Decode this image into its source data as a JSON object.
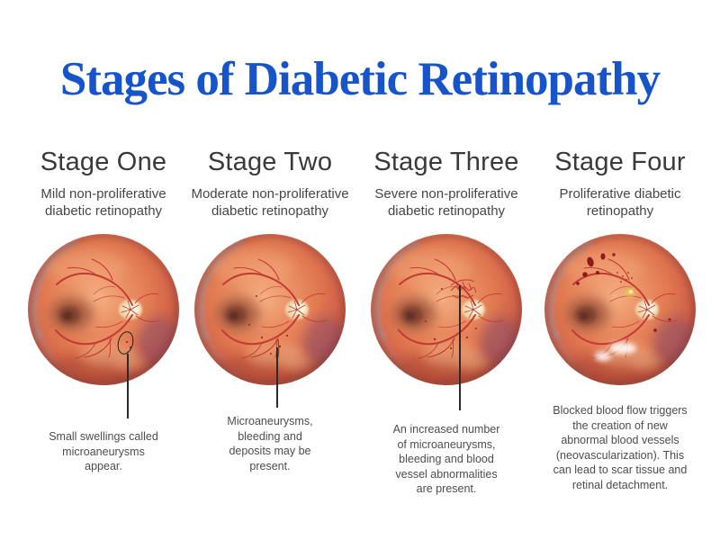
{
  "title": "Stages of Diabetic Retinopathy",
  "colors": {
    "title_blue": "#1754c9",
    "heading_gray": "#3a3a3a",
    "vessel_red": "#c23a32"
  },
  "stages": [
    {
      "heading": "Stage One",
      "subtitle": "Mild non-proliferative\ndiabetic retinopathy",
      "caption": "Small swellings called\nmicroaneurysms\nappear.",
      "illustration": "retina fundus, mild: microaneurysms circled with black ellipse annotation"
    },
    {
      "heading": "Stage Two",
      "subtitle": "Moderate non-proliferative\ndiabetic retinopathy",
      "caption": "Microaneurysms,\nbleeding and\ndeposits may be\npresent.",
      "illustration": "retina fundus, moderate: scattered microaneurysms and bleeding"
    },
    {
      "heading": "Stage Three",
      "subtitle": "Severe non-proliferative\ndiabetic retinopathy",
      "caption": "An increased number\nof microaneurysms,\nbleeding and blood\nvessel abnormalities\nare present.",
      "illustration": "retina fundus, severe: vessel tangle abnormality and many microaneurysms"
    },
    {
      "heading": "Stage Four",
      "subtitle": "Proliferative diabetic\nretinopathy",
      "caption": "Blocked blood flow triggers\nthe creation of new\nabnormal blood vessels\n(neovascularization). This\ncan lead to scar tissue and\nretinal detachment.",
      "illustration": "retina fundus, proliferative: hemorrhages, exudate and cotton-wool spots"
    }
  ]
}
